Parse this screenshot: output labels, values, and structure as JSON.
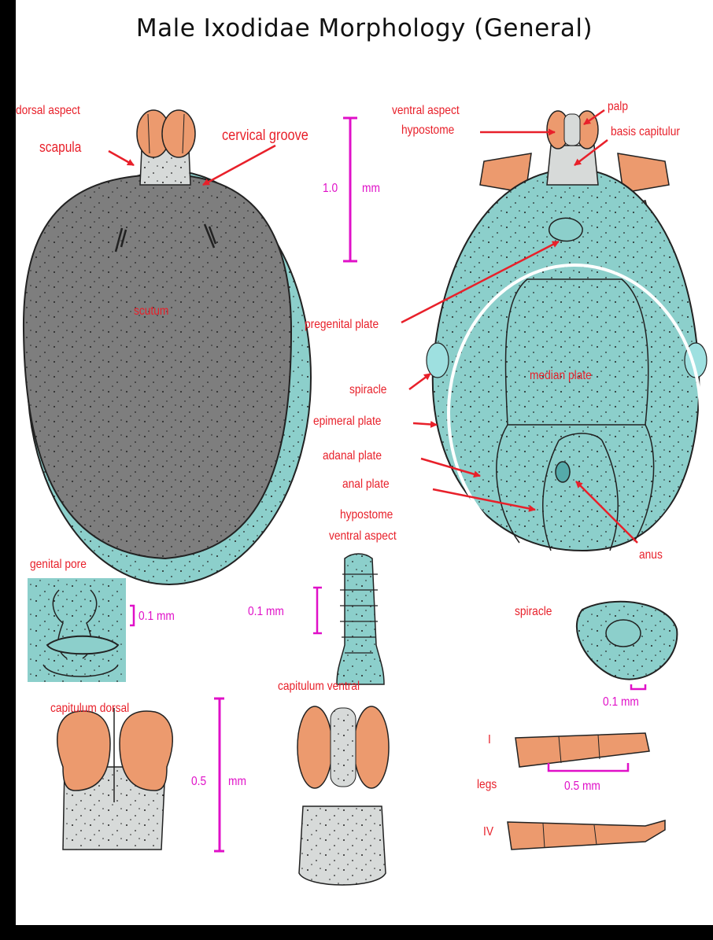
{
  "title": "Male Ixodidae Morphology (General)",
  "labels": {
    "dorsal_aspect": "dorsal aspect",
    "scapula": "scapula",
    "cervical_groove": "cervical groove",
    "scutum": "scutum",
    "ventral_aspect": "ventral aspect",
    "hypostome": "hypostome",
    "palp": "palp",
    "basis_capitulum": "basis capitulur",
    "pregenital_plate": "pregenital plate",
    "median_plate": "median plate",
    "spiracle": "spiracle",
    "epimeral_plate": "epimeral plate",
    "adanal_plate": "adanal plate",
    "anal_plate": "anal plate",
    "anus": "anus",
    "hypostome_ventral_line1": "hypostome",
    "hypostome_ventral_line2": "ventral aspect",
    "genital_pore": "genital pore",
    "spiracle_detail": "spiracle",
    "capitulum_dorsal": "capitulum dorsal",
    "capitulum_ventral": "capitulum ventral",
    "legs": "legs",
    "leg_I": "I",
    "leg_IV": "IV"
  },
  "scales": {
    "main_value": "1.0",
    "main_unit": "mm",
    "genital_pore": "0.1 mm",
    "hypostome": "0.1 mm",
    "spiracle": "0.1 mm",
    "capitulum_value": "0.5",
    "capitulum_unit": "mm",
    "legs": "0.5 mm"
  },
  "colors": {
    "scutum": "#7e7e7e",
    "body": "#8ccfcb",
    "legs": "#ec9a6e",
    "capitulum": "#d7dad9",
    "label": "#e8202a",
    "scale": "#e010c8"
  }
}
